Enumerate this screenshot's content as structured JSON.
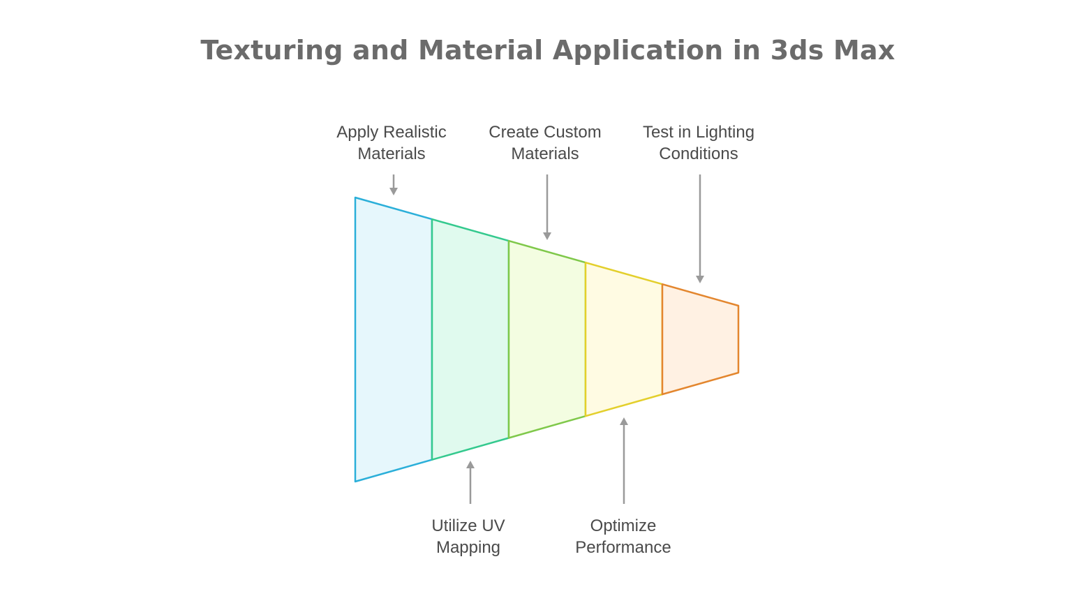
{
  "title": "Texturing and Material Application in 3ds Max",
  "stages": [
    {
      "line1": "Apply Realistic",
      "line2": "Materials",
      "fill": "#e6f7fc",
      "stroke": "#2bafd9",
      "label_side": "top"
    },
    {
      "line1": "Utilize UV",
      "line2": "Mapping",
      "fill": "#e0faee",
      "stroke": "#34c98e",
      "label_side": "bottom"
    },
    {
      "line1": "Create Custom",
      "line2": "Materials",
      "fill": "#f3fde1",
      "stroke": "#7fc84a",
      "label_side": "top"
    },
    {
      "line1": "Optimize",
      "line2": "Performance",
      "fill": "#fffbe3",
      "stroke": "#e3cf2c",
      "label_side": "bottom"
    },
    {
      "line1": "Test in Lighting",
      "line2": "Conditions",
      "fill": "#fff1e3",
      "stroke": "#e3862e",
      "label_side": "top"
    }
  ],
  "colors": {
    "title": "#6b6b6b",
    "label_text": "#4a4a4a",
    "arrow": "#9a9a9a",
    "background": "#ffffff"
  }
}
